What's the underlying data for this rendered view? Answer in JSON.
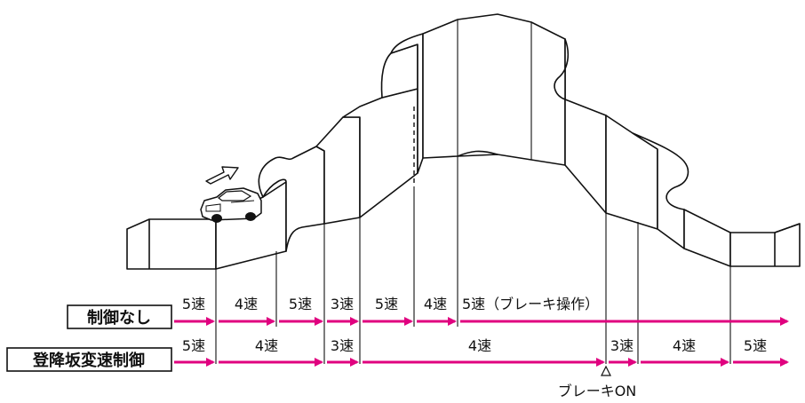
{
  "rows": [
    {
      "label": "制御なし",
      "segments": [
        "5速",
        "4速",
        "5速",
        "3速",
        "5速",
        "4速",
        "5速（ブレーキ操作）"
      ]
    },
    {
      "label": "登降坂変速制御",
      "segments": [
        "5速",
        "4速",
        "3速",
        "4速",
        "3速",
        "4速",
        "5速"
      ]
    }
  ],
  "brake_marker": "ブレーキON",
  "colors": {
    "arrow": "#e0007f",
    "line": "#111111"
  }
}
